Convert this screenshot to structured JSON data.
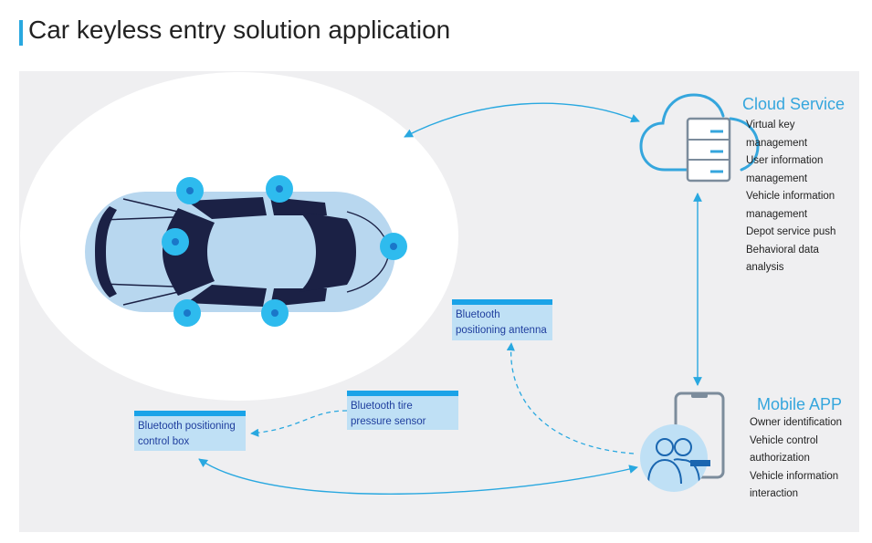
{
  "title": "Car keyless entry solution application",
  "cloud": {
    "heading": "Cloud Service",
    "items": [
      "Virtual key",
      "management",
      "User information",
      "management",
      "Vehicle information",
      "management",
      "Depot service push",
      "Behavioral data",
      "analysis"
    ]
  },
  "mobile": {
    "heading": "Mobile APP",
    "items": [
      "Owner identification",
      "Vehicle control",
      "authorization",
      "Vehicle information",
      "interaction"
    ]
  },
  "boxes": {
    "antenna": [
      "Bluetooth",
      "positioning antenna"
    ],
    "control_box": [
      "Bluetooth positioning",
      "control box"
    ],
    "tire_sensor": [
      "Bluetooth tire",
      "pressure sensor"
    ]
  },
  "colors": {
    "accent": "#29a8e0",
    "heading": "#35a6dd",
    "car_body": "#b8d7ef",
    "car_dark": "#1b2145",
    "node": "#2ebbee",
    "box_fill": "#bfe0f5",
    "box_text": "#1f3e9e"
  }
}
